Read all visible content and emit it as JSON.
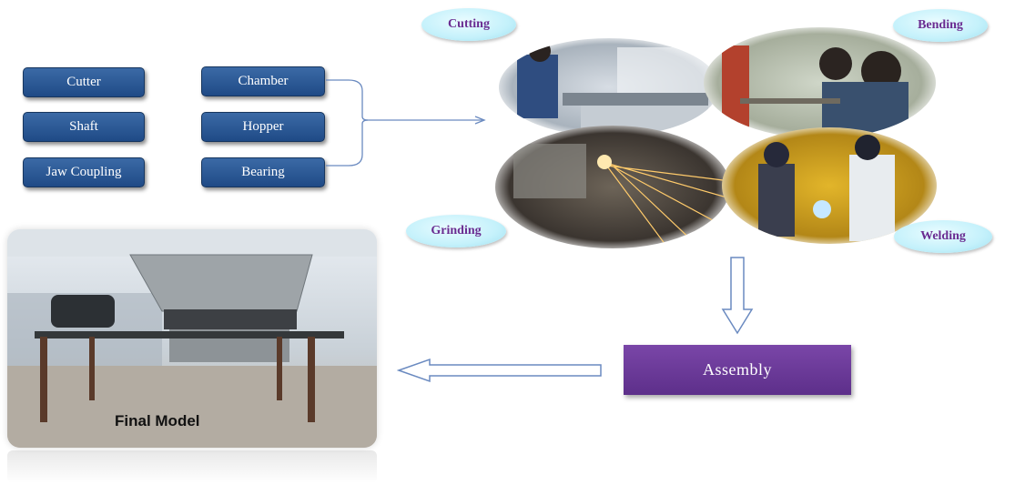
{
  "parts_left": [
    "Cutter",
    "Shaft",
    "Jaw Coupling"
  ],
  "parts_right": [
    "Chamber",
    "Hopper",
    "Bearing"
  ],
  "processes": [
    "Cutting",
    "Bending",
    "Grinding",
    "Welding"
  ],
  "assembly_label": "Assembly",
  "final_label": "Final Model",
  "colors": {
    "part_box": "#2a5a97",
    "bubble_fill": "#c4f1fb",
    "bubble_text": "#6a2c91",
    "assembly_fill": "#6b3b98",
    "arrow_stroke": "#6a8ac0"
  }
}
